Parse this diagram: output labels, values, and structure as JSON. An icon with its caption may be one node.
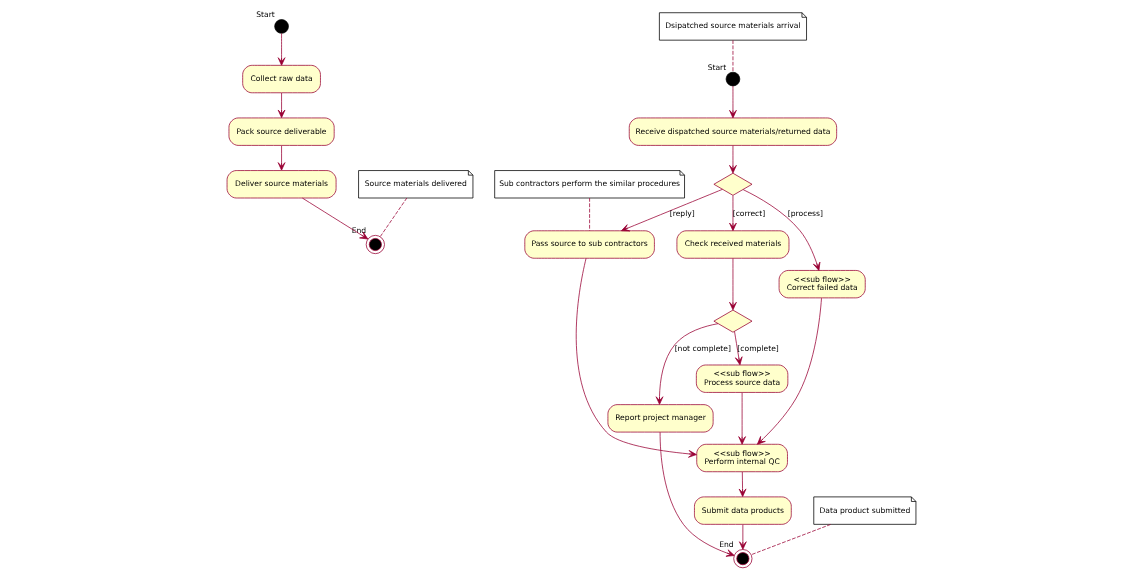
{
  "diagram": {
    "nodes": [
      {
        "text": [],
        "shape": "circle",
        "beside": [
          "Start"
        ]
      },
      {
        "text": [
          "Collect raw data"
        ]
      },
      {
        "text": [
          "Pack source deliverable"
        ]
      },
      {
        "text": [
          "Deliver source materials"
        ]
      },
      {
        "text": [],
        "shape": "bullseye",
        "beside": [
          "End"
        ]
      },
      {
        "text": [
          "Source materials delivered"
        ]
      },
      {
        "text": [
          "Dsipatched source materials arrival"
        ]
      },
      {
        "text": [],
        "shape": "circle",
        "beside": [
          "Start"
        ]
      },
      {
        "text": [
          "Receive dispatched source materials/returned data"
        ]
      },
      {
        "text": [],
        "shape": "diamond"
      },
      {
        "text": [
          "Pass source to sub contractors"
        ]
      },
      {
        "text": [
          "Check received materials"
        ]
      },
      {
        "text": [
          "Sub contractors perform the similar procedures"
        ]
      },
      {
        "text": [
          "<<sub flow>>",
          "Correct failed data"
        ]
      },
      {
        "text": [],
        "shape": "diamond"
      },
      {
        "text": [
          "Report project manager"
        ]
      },
      {
        "text": [
          "<<sub flow>>",
          "Perform internal QC"
        ]
      },
      {
        "text": [
          "<<sub flow>>",
          "Process source data"
        ]
      },
      {
        "text": [
          "Submit data products"
        ]
      },
      {
        "text": [
          "Data product submitted"
        ]
      },
      {
        "text": [],
        "shape": "bullseye",
        "beside": [
          "End"
        ]
      }
    ],
    "edges": [
      {
        "from": 0,
        "to": 1,
        "arrow": "to"
      },
      {
        "from": 1,
        "to": 2,
        "arrow": "to"
      },
      {
        "from": 2,
        "to": 3,
        "arrow": "to"
      },
      {
        "from": 3,
        "to": 4,
        "arrow": "to"
      },
      {
        "from": 5,
        "to": 4,
        "arrow": "none",
        "style": "dashed"
      },
      {
        "from": 6,
        "to": 7,
        "arrow": "none",
        "style": "dashed"
      },
      {
        "from": 7,
        "to": 8,
        "arrow": "to"
      },
      {
        "from": 8,
        "to": 9,
        "arrow": "to"
      },
      {
        "from": 9,
        "to": 10,
        "arrow": "to",
        "label": "[reply]"
      },
      {
        "from": 9,
        "to": 11,
        "arrow": "to",
        "label": "[correct]"
      },
      {
        "from": 9,
        "to": 13,
        "arrow": "to",
        "label": "[process]"
      },
      {
        "from": 12,
        "to": 10,
        "arrow": "none",
        "style": "dashed"
      },
      {
        "from": 11,
        "to": 14,
        "arrow": "to"
      },
      {
        "from": 14,
        "to": 15,
        "arrow": "to",
        "label": "[not complete]"
      },
      {
        "from": 14,
        "to": 17,
        "arrow": "to",
        "label": "[complete]"
      },
      {
        "from": 10,
        "to": 16,
        "arrow": "to"
      },
      {
        "from": 13,
        "to": 16,
        "arrow": "to"
      },
      {
        "from": 17,
        "to": 16,
        "arrow": "to"
      },
      {
        "from": 16,
        "to": 18,
        "arrow": "to"
      },
      {
        "from": 18,
        "to": 20,
        "arrow": "to"
      },
      {
        "from": 19,
        "to": 20,
        "arrow": "none",
        "style": "dashed"
      },
      {
        "from": 15,
        "to": 20,
        "arrow": "to"
      }
    ]
  }
}
